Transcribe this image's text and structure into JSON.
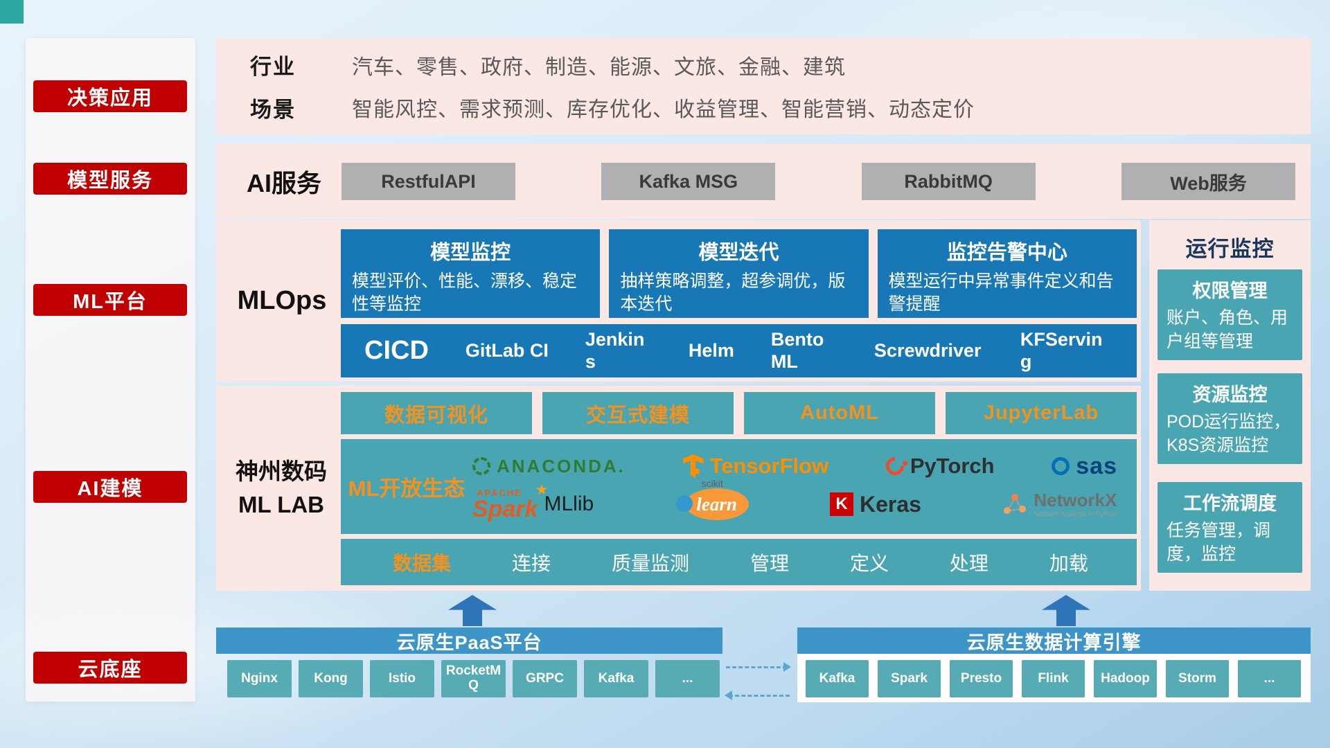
{
  "colors": {
    "red": "#c00000",
    "pink_panel": "#fbe7e3",
    "blue_card": "#1778b5",
    "teal": "#4aa5b3",
    "teal_button": "#57abb5",
    "blue_bar": "#3d95c7",
    "orange": "#f5921e",
    "gray_button": "#b0b0b2",
    "arrow_blue": "#2e74b8"
  },
  "sidebar": {
    "items": [
      {
        "label": "决策应用"
      },
      {
        "label": "模型服务"
      },
      {
        "label": "ML平台"
      },
      {
        "label": "AI建模"
      },
      {
        "label": "云底座"
      }
    ]
  },
  "industry": {
    "label": "行业",
    "value": "汽车、零售、政府、制造、能源、文旅、金融、建筑"
  },
  "scenario": {
    "label": "场景",
    "value": "智能风控、需求预测、库存优化、收益管理、智能营销、动态定价"
  },
  "ai_service": {
    "label": "AI服务",
    "buttons": [
      {
        "label": "RestfulAPI"
      },
      {
        "label": "Kafka MSG"
      },
      {
        "label": "RabbitMQ"
      },
      {
        "label": "Web服务"
      }
    ]
  },
  "mlops": {
    "label": "MLOps",
    "cards": [
      {
        "title": "模型监控",
        "desc": "模型评价、性能、漂移、稳定性等监控"
      },
      {
        "title": "模型迭代",
        "desc": "抽样策略调整，超参调优，版本迭代"
      },
      {
        "title": "监控告警中心",
        "desc": "模型运行中异常事件定义和告警提醒"
      }
    ],
    "cicd_title": "CICD",
    "cicd_tools": [
      {
        "label": "GitLab CI"
      },
      {
        "label": "Jenkins"
      },
      {
        "label": "Helm"
      },
      {
        "label": "BentoML"
      },
      {
        "label": "Screwdriver"
      },
      {
        "label": "KFServing"
      }
    ]
  },
  "mllab": {
    "label_line1": "神州数码",
    "label_line2": "ML LAB",
    "top_tools": [
      {
        "label": "数据可视化"
      },
      {
        "label": "交互式建模"
      },
      {
        "label": "AutoML"
      },
      {
        "label": "JupyterLab"
      }
    ],
    "ecosystem_label": "ML开放生态",
    "logos": {
      "anaconda": "ANACONDA.",
      "tensorflow": "TensorFlow",
      "pytorch": "PyTorch",
      "sas": "sas",
      "spark_small": "APACHE",
      "spark": "Spark",
      "mllib": "MLlib",
      "sklearn_small": "scikit",
      "sklearn": "learn",
      "keras_letter": "K",
      "keras": "Keras",
      "networkx": "NetworkX",
      "networkx_sub": "Network Analysis in Python"
    },
    "data_pipeline": [
      {
        "label": "数据集",
        "highlight": true
      },
      {
        "label": "连接"
      },
      {
        "label": "质量监测"
      },
      {
        "label": "管理"
      },
      {
        "label": "定义"
      },
      {
        "label": "处理"
      },
      {
        "label": "加载"
      }
    ]
  },
  "monitor": {
    "title": "运行监控",
    "cards": [
      {
        "title": "权限管理",
        "desc": "账户、角色、用户组等管理"
      },
      {
        "title": "资源监控",
        "desc": "POD运行监控，K8S资源监控"
      },
      {
        "title": "工作流调度",
        "desc": "任务管理，调度，监控"
      }
    ]
  },
  "cloud": {
    "paas": {
      "title": "云原生PaaS平台",
      "items": [
        {
          "label": "Nginx"
        },
        {
          "label": "Kong"
        },
        {
          "label": "Istio"
        },
        {
          "label": "RocketMQ"
        },
        {
          "label": "GRPC"
        },
        {
          "label": "Kafka"
        },
        {
          "label": "..."
        }
      ]
    },
    "data_engine": {
      "title": "云原生数据计算引擎",
      "items": [
        {
          "label": "Kafka"
        },
        {
          "label": "Spark"
        },
        {
          "label": "Presto"
        },
        {
          "label": "Flink"
        },
        {
          "label": "Hadoop"
        },
        {
          "label": "Storm"
        },
        {
          "label": "..."
        }
      ]
    }
  }
}
